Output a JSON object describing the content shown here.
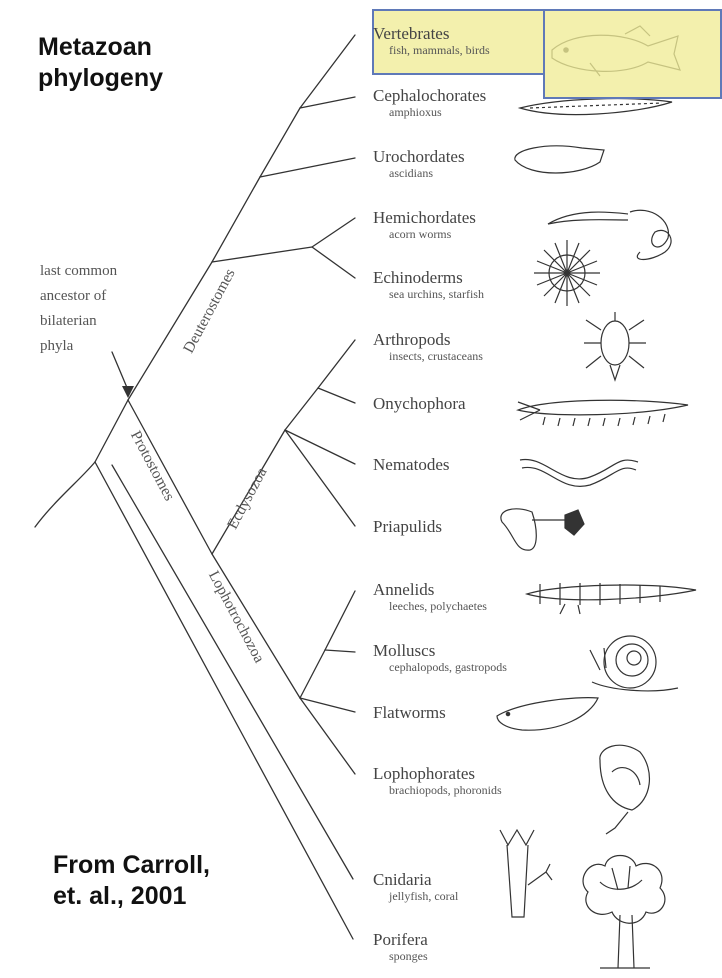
{
  "title": "Metazoan\nphylogeny",
  "credit": "From Carroll,\net. al., 2001",
  "ancestor_note": "last common\nancestor of\nbilaterian\nphyla",
  "clades": {
    "deuterostomes": "Deuterostomes",
    "protostomes": "Protostomes",
    "ecdysozoa": "Ecdysozoa",
    "lophotrochozoa": "Lophotrochozoa"
  },
  "taxa": [
    {
      "name": "Vertebrates",
      "examples": "fish, mammals, birds",
      "icon": "fish-icon"
    },
    {
      "name": "Cephalochorates",
      "examples": "amphioxus",
      "icon": "amphioxus-icon"
    },
    {
      "name": "Urochordates",
      "examples": "ascidians",
      "icon": "ascidian-icon"
    },
    {
      "name": "Hemichordates",
      "examples": "acorn worms",
      "icon": "acorn-worm-icon"
    },
    {
      "name": "Echinoderms",
      "examples": "sea urchins, starfish",
      "icon": "sea-urchin-icon"
    },
    {
      "name": "Arthropods",
      "examples": "insects, crustaceans",
      "icon": "insect-icon"
    },
    {
      "name": "Onychophora",
      "examples": "",
      "icon": "velvet-worm-icon"
    },
    {
      "name": "Nematodes",
      "examples": "",
      "icon": "nematode-icon"
    },
    {
      "name": "Priapulids",
      "examples": "",
      "icon": "priapulid-icon"
    },
    {
      "name": "Annelids",
      "examples": "leeches, polychaetes",
      "icon": "annelid-icon"
    },
    {
      "name": "Molluscs",
      "examples": "cephalopods, gastropods",
      "icon": "snail-icon"
    },
    {
      "name": "Flatworms",
      "examples": "",
      "icon": "flatworm-icon"
    },
    {
      "name": "Lophophorates",
      "examples": "brachiopods, phoronids",
      "icon": "brachiopod-icon"
    },
    {
      "name": "Cnidaria",
      "examples": "jellyfish, coral",
      "icon": "hydra-icon"
    },
    {
      "name": "Porifera",
      "examples": "sponges",
      "icon": "sponge-icon"
    }
  ],
  "colors": {
    "line": "#333333",
    "highlight_fill": "#f0ec96",
    "highlight_border": "#5f79b8"
  }
}
